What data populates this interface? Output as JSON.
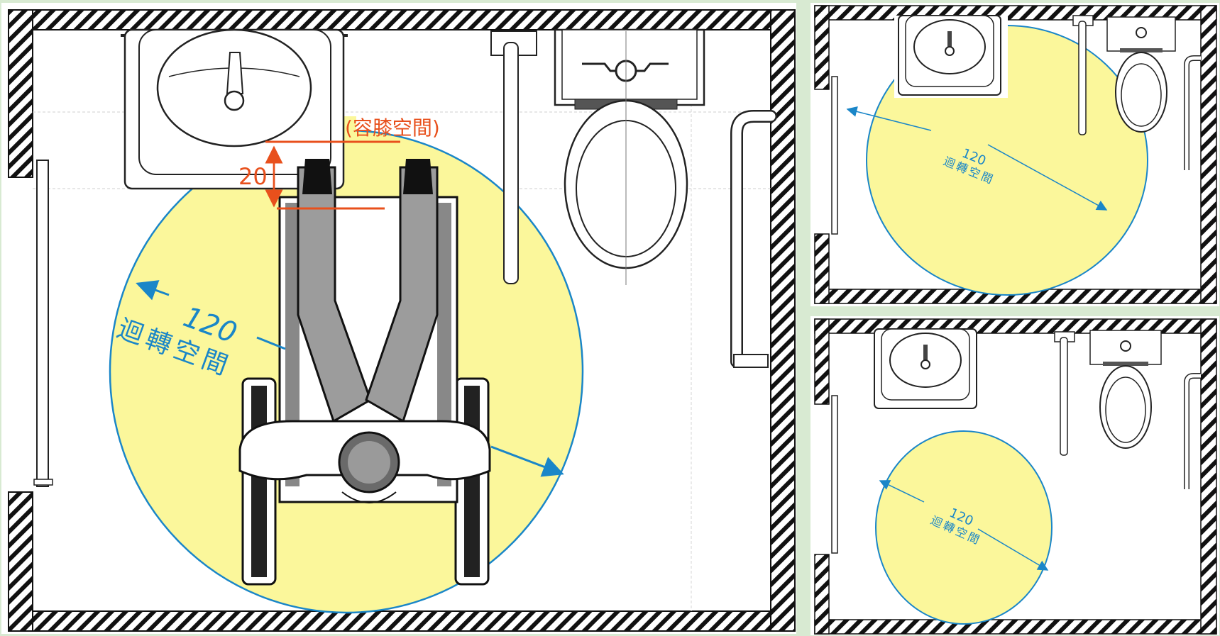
{
  "colors": {
    "turning_fill": "#fbf79b",
    "turning_stroke": "#1a86c8",
    "dimension": "#e8501c",
    "wall_hatch": "#111111",
    "background": "#d8ead2"
  },
  "icons": [
    "washbasin-icon",
    "toilet-icon",
    "grab-bar-icon",
    "wheelchair-user-icon"
  ],
  "main_panel": {
    "turning_diameter": "120",
    "turning_label": "迴轉空間",
    "knee_dimension": "20",
    "knee_label": "(容膝空間)"
  },
  "top_right_panel": {
    "turning_diameter": "120",
    "turning_label": "迴轉空間"
  },
  "bottom_right_panel": {
    "turning_diameter": "120",
    "turning_label": "迴轉空間"
  }
}
